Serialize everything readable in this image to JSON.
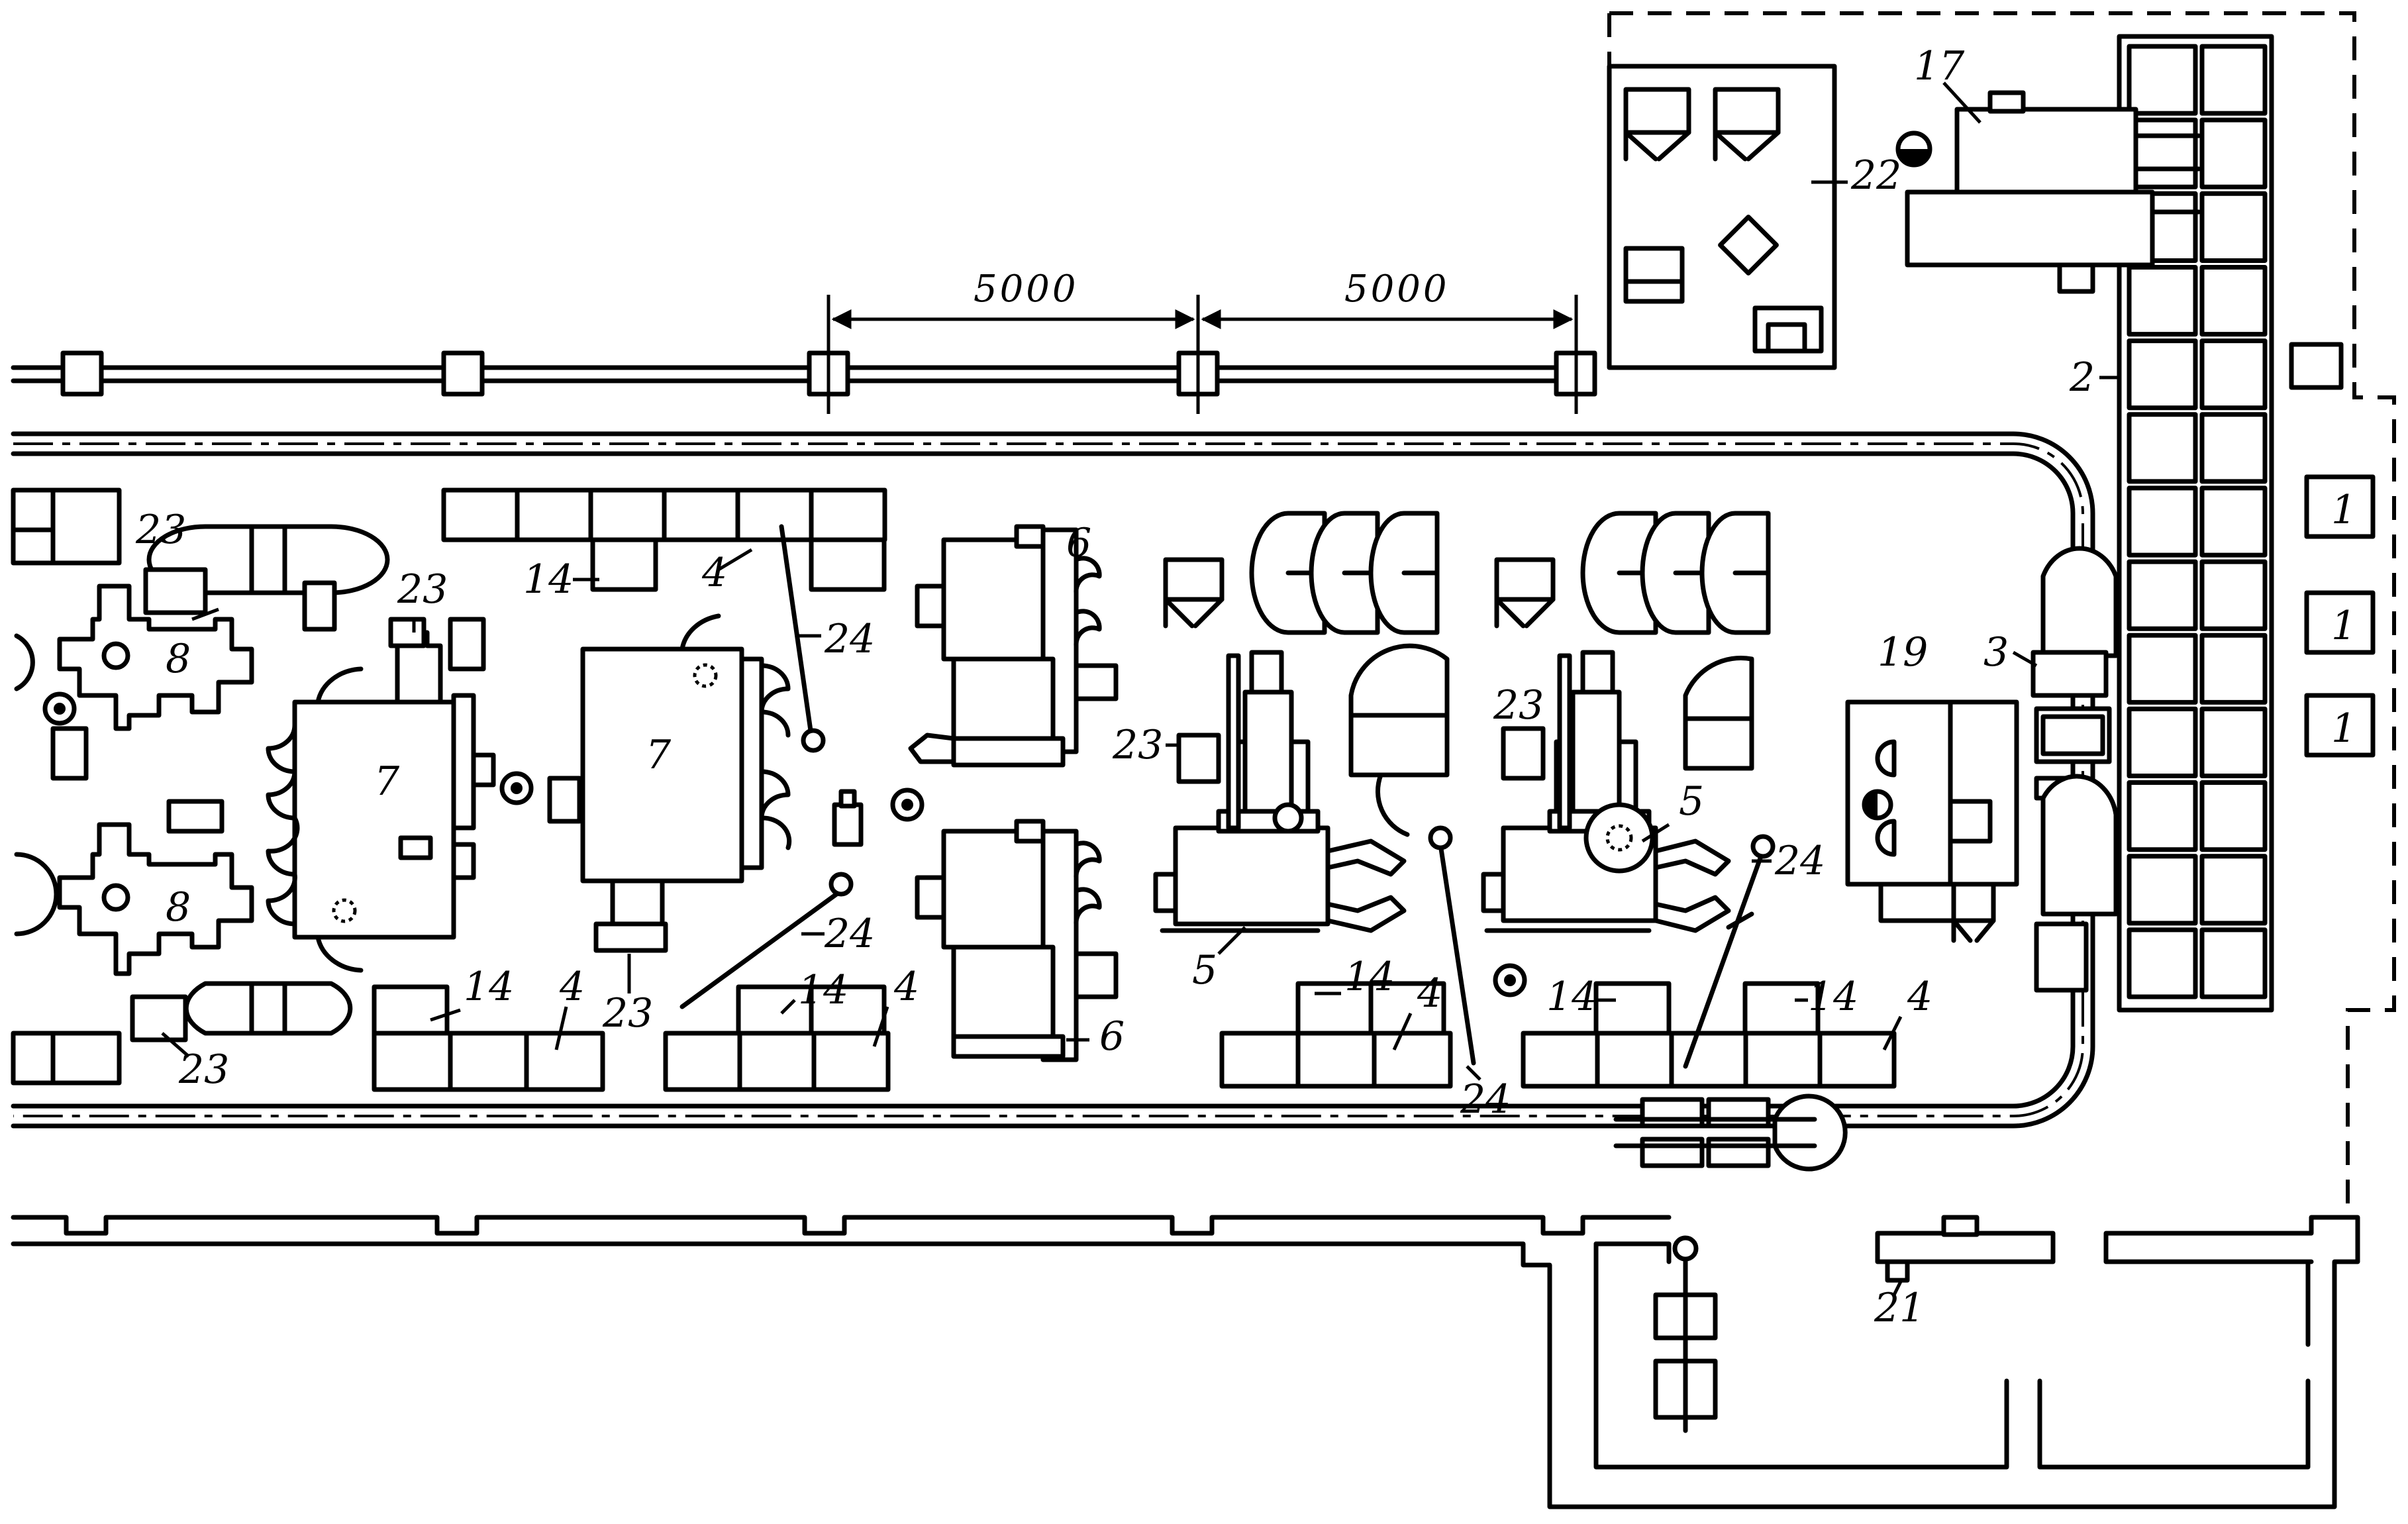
{
  "dimensions": {
    "span_a": "5000",
    "span_b": "5000"
  },
  "labels": {
    "l1a": "1",
    "l1b": "1",
    "l1c": "1",
    "l2": "2",
    "l3": "3",
    "l4a": "4",
    "l4b": "4",
    "l4c": "4",
    "l4d": "4",
    "l4e": "4",
    "l5a": "5",
    "l5b": "5",
    "l6a": "6",
    "l6b": "6",
    "l7a": "7",
    "l7b": "7",
    "l8a": "8",
    "l8b": "8",
    "l14a": "14",
    "l14b": "14",
    "l14c": "14",
    "l14d": "14",
    "l14e": "14",
    "l14f": "14",
    "l17": "17",
    "l19": "19",
    "l21": "21",
    "l22": "22",
    "l23a": "23",
    "l23b": "23",
    "l23c": "23",
    "l23d": "23",
    "l23e": "23",
    "l23f": "23",
    "l24a": "24",
    "l24b": "24",
    "l24c": "24",
    "l24d": "24"
  }
}
